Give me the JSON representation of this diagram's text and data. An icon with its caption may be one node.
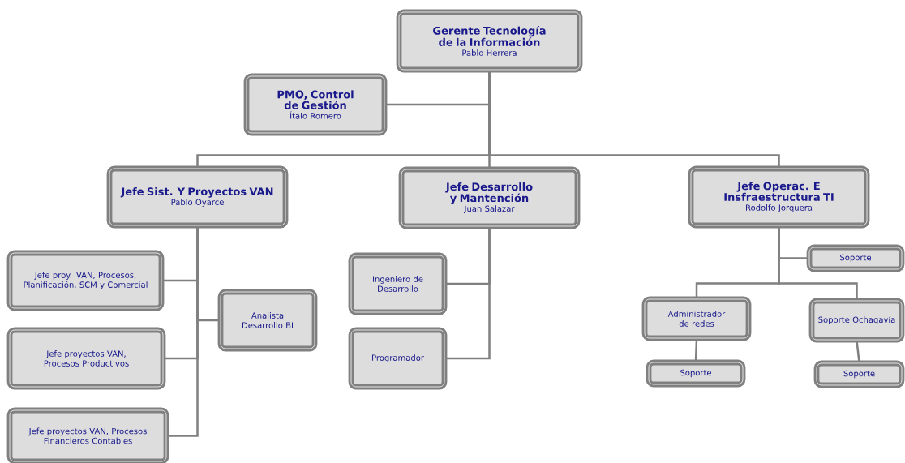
{
  "diagram": {
    "nodes": [
      {
        "text": [
          "Gerente Tecnología de la Información",
          "Pablo Herrera"
        ]
      },
      {
        "text": [
          "PMO, Control de Gestión",
          "Ítalo Romero"
        ]
      },
      {
        "text": [
          "Jefe Sist. Y Proyectos VAN",
          "Pablo Oyarce"
        ]
      },
      {
        "text": [
          "Jefe Desarrollo y Mantención",
          "Juan Salazar"
        ]
      },
      {
        "text": [
          "Jefe Operac. E Insfraestructura TI",
          "Rodolfo Jorquera"
        ]
      },
      {
        "text": [
          "Jefe proy. VAN, Procesos, Planificación, SCM y Comercial"
        ]
      },
      {
        "text": [
          "Jefe proyectos VAN, Procesos Productivos"
        ]
      },
      {
        "text": [
          "Jefe proyectos VAN, Procesos Financieros Contables"
        ]
      },
      {
        "text": [
          "Analista Desarrollo BI"
        ]
      },
      {
        "text": [
          "Ingeniero de Desarrollo"
        ]
      },
      {
        "text": [
          "Programador"
        ]
      },
      {
        "text": [
          "Soporte"
        ]
      },
      {
        "text": [
          "Administrador de redes"
        ]
      },
      {
        "text": [
          "Soporte Ochagavía"
        ]
      },
      {
        "text": [
          "Soporte"
        ]
      },
      {
        "text": [
          "Soporte"
        ]
      }
    ],
    "edges": [
      {
        "from": 0,
        "to": 1,
        "arrow": "none"
      },
      {
        "from": 0,
        "to": 2,
        "arrow": "none"
      },
      {
        "from": 0,
        "to": 3,
        "arrow": "none"
      },
      {
        "from": 0,
        "to": 4,
        "arrow": "none"
      },
      {
        "from": 2,
        "to": 5,
        "arrow": "none"
      },
      {
        "from": 2,
        "to": 6,
        "arrow": "none"
      },
      {
        "from": 2,
        "to": 7,
        "arrow": "none"
      },
      {
        "from": 2,
        "to": 8,
        "arrow": "none"
      },
      {
        "from": 3,
        "to": 9,
        "arrow": "none"
      },
      {
        "from": 3,
        "to": 10,
        "arrow": "none"
      },
      {
        "from": 4,
        "to": 11,
        "arrow": "none"
      },
      {
        "from": 4,
        "to": 12,
        "arrow": "none"
      },
      {
        "from": 4,
        "to": 13,
        "arrow": "none"
      },
      {
        "from": 12,
        "to": 14,
        "arrow": "none"
      },
      {
        "from": 13,
        "to": 15,
        "arrow": "none"
      }
    ]
  }
}
